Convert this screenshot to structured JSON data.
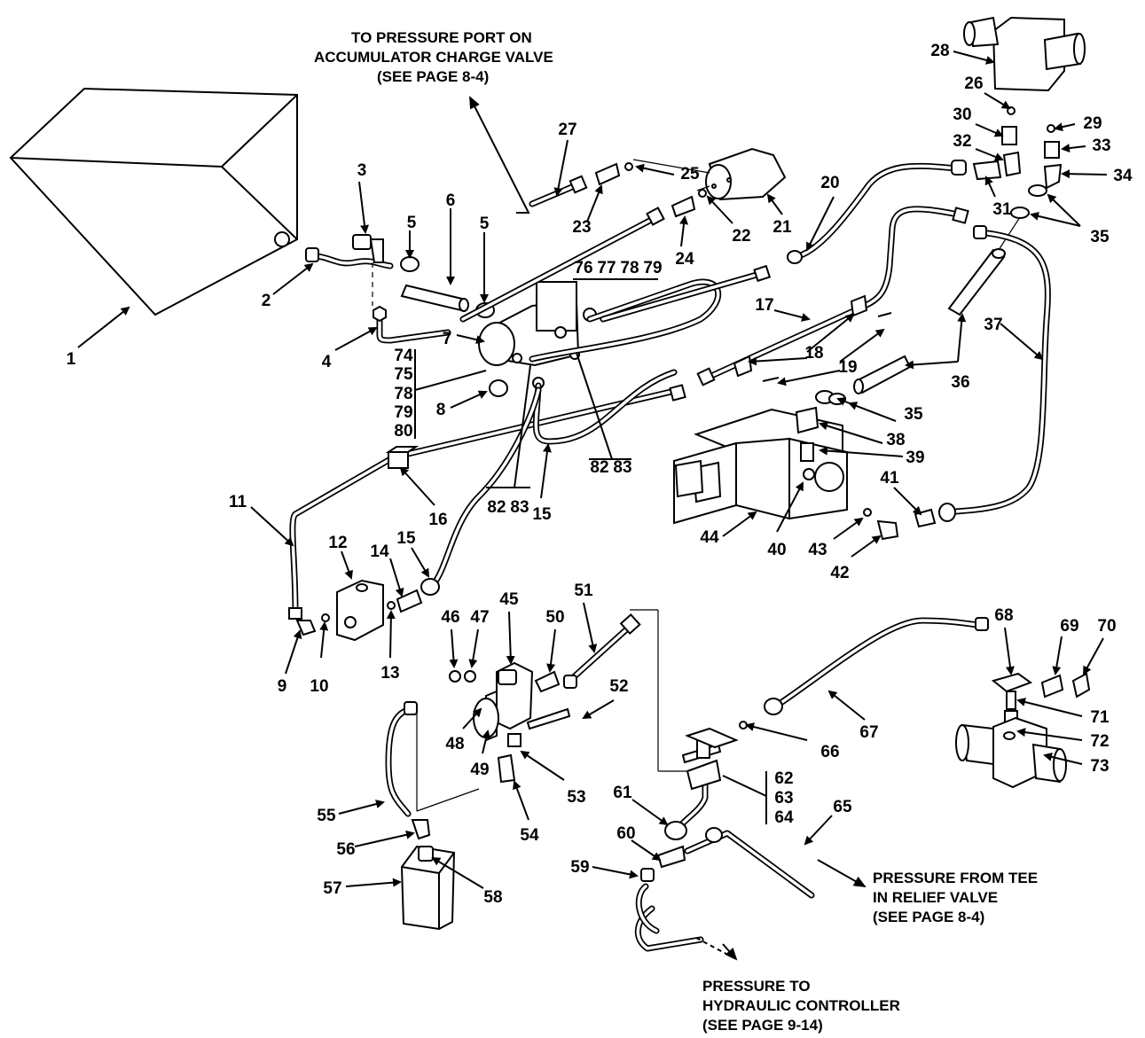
{
  "callouts": [
    {
      "id": "c1",
      "text": "1"
    },
    {
      "id": "c2",
      "text": "2"
    },
    {
      "id": "c3",
      "text": "3"
    },
    {
      "id": "c4",
      "text": "4"
    },
    {
      "id": "c5a",
      "text": "5"
    },
    {
      "id": "c5b",
      "text": "5"
    },
    {
      "id": "c6",
      "text": "6"
    },
    {
      "id": "c7",
      "text": "7"
    },
    {
      "id": "c8",
      "text": "8"
    },
    {
      "id": "c9",
      "text": "9"
    },
    {
      "id": "c10",
      "text": "10"
    },
    {
      "id": "c11",
      "text": "11"
    },
    {
      "id": "c12",
      "text": "12"
    },
    {
      "id": "c13",
      "text": "13"
    },
    {
      "id": "c14",
      "text": "14"
    },
    {
      "id": "c15a",
      "text": "15"
    },
    {
      "id": "c15b",
      "text": "15"
    },
    {
      "id": "c16",
      "text": "16"
    },
    {
      "id": "c17",
      "text": "17"
    },
    {
      "id": "c18",
      "text": "18"
    },
    {
      "id": "c19",
      "text": "19"
    },
    {
      "id": "c20",
      "text": "20"
    },
    {
      "id": "c21",
      "text": "21"
    },
    {
      "id": "c22",
      "text": "22"
    },
    {
      "id": "c23",
      "text": "23"
    },
    {
      "id": "c24",
      "text": "24"
    },
    {
      "id": "c25",
      "text": "25"
    },
    {
      "id": "c26",
      "text": "26"
    },
    {
      "id": "c27",
      "text": "27"
    },
    {
      "id": "c28",
      "text": "28"
    },
    {
      "id": "c29",
      "text": "29"
    },
    {
      "id": "c30",
      "text": "30"
    },
    {
      "id": "c31",
      "text": "31"
    },
    {
      "id": "c32",
      "text": "32"
    },
    {
      "id": "c33",
      "text": "33"
    },
    {
      "id": "c34",
      "text": "34"
    },
    {
      "id": "c35a",
      "text": "35"
    },
    {
      "id": "c35b",
      "text": "35"
    },
    {
      "id": "c36",
      "text": "36"
    },
    {
      "id": "c37",
      "text": "37"
    },
    {
      "id": "c38",
      "text": "38"
    },
    {
      "id": "c39",
      "text": "39"
    },
    {
      "id": "c40",
      "text": "40"
    },
    {
      "id": "c41",
      "text": "41"
    },
    {
      "id": "c42",
      "text": "42"
    },
    {
      "id": "c43",
      "text": "43"
    },
    {
      "id": "c44",
      "text": "44"
    },
    {
      "id": "c45",
      "text": "45"
    },
    {
      "id": "c46",
      "text": "46"
    },
    {
      "id": "c47",
      "text": "47"
    },
    {
      "id": "c48",
      "text": "48"
    },
    {
      "id": "c49",
      "text": "49"
    },
    {
      "id": "c50",
      "text": "50"
    },
    {
      "id": "c51",
      "text": "51"
    },
    {
      "id": "c52",
      "text": "52"
    },
    {
      "id": "c53",
      "text": "53"
    },
    {
      "id": "c54",
      "text": "54"
    },
    {
      "id": "c55",
      "text": "55"
    },
    {
      "id": "c56",
      "text": "56"
    },
    {
      "id": "c57",
      "text": "57"
    },
    {
      "id": "c58",
      "text": "58"
    },
    {
      "id": "c59",
      "text": "59"
    },
    {
      "id": "c60",
      "text": "60"
    },
    {
      "id": "c61",
      "text": "61"
    },
    {
      "id": "c65",
      "text": "65"
    },
    {
      "id": "c66",
      "text": "66"
    },
    {
      "id": "c67",
      "text": "67"
    },
    {
      "id": "c68",
      "text": "68"
    },
    {
      "id": "c69",
      "text": "69"
    },
    {
      "id": "c70",
      "text": "70"
    },
    {
      "id": "c71",
      "text": "71"
    },
    {
      "id": "c72",
      "text": "72"
    },
    {
      "id": "c73",
      "text": "73"
    }
  ],
  "groups": {
    "g76": [
      "76",
      "77",
      "78",
      "79"
    ],
    "g74": [
      "74",
      "75",
      "78",
      "79",
      "80"
    ],
    "g82a": [
      "82",
      "83"
    ],
    "g82b": [
      "82",
      "83"
    ],
    "g62": [
      "62",
      "63",
      "64"
    ]
  },
  "notes": {
    "accumulator": [
      "TO PRESSURE PORT ON",
      "ACCUMULATOR CHARGE VALVE",
      "(SEE PAGE 8-4)"
    ],
    "relief_valve": [
      "PRESSURE FROM TEE",
      "IN RELIEF VALVE",
      "(SEE PAGE 8-4)"
    ],
    "controller": [
      "PRESSURE TO",
      "HYDRAULIC CONTROLLER",
      "(SEE PAGE 9-14)"
    ]
  }
}
